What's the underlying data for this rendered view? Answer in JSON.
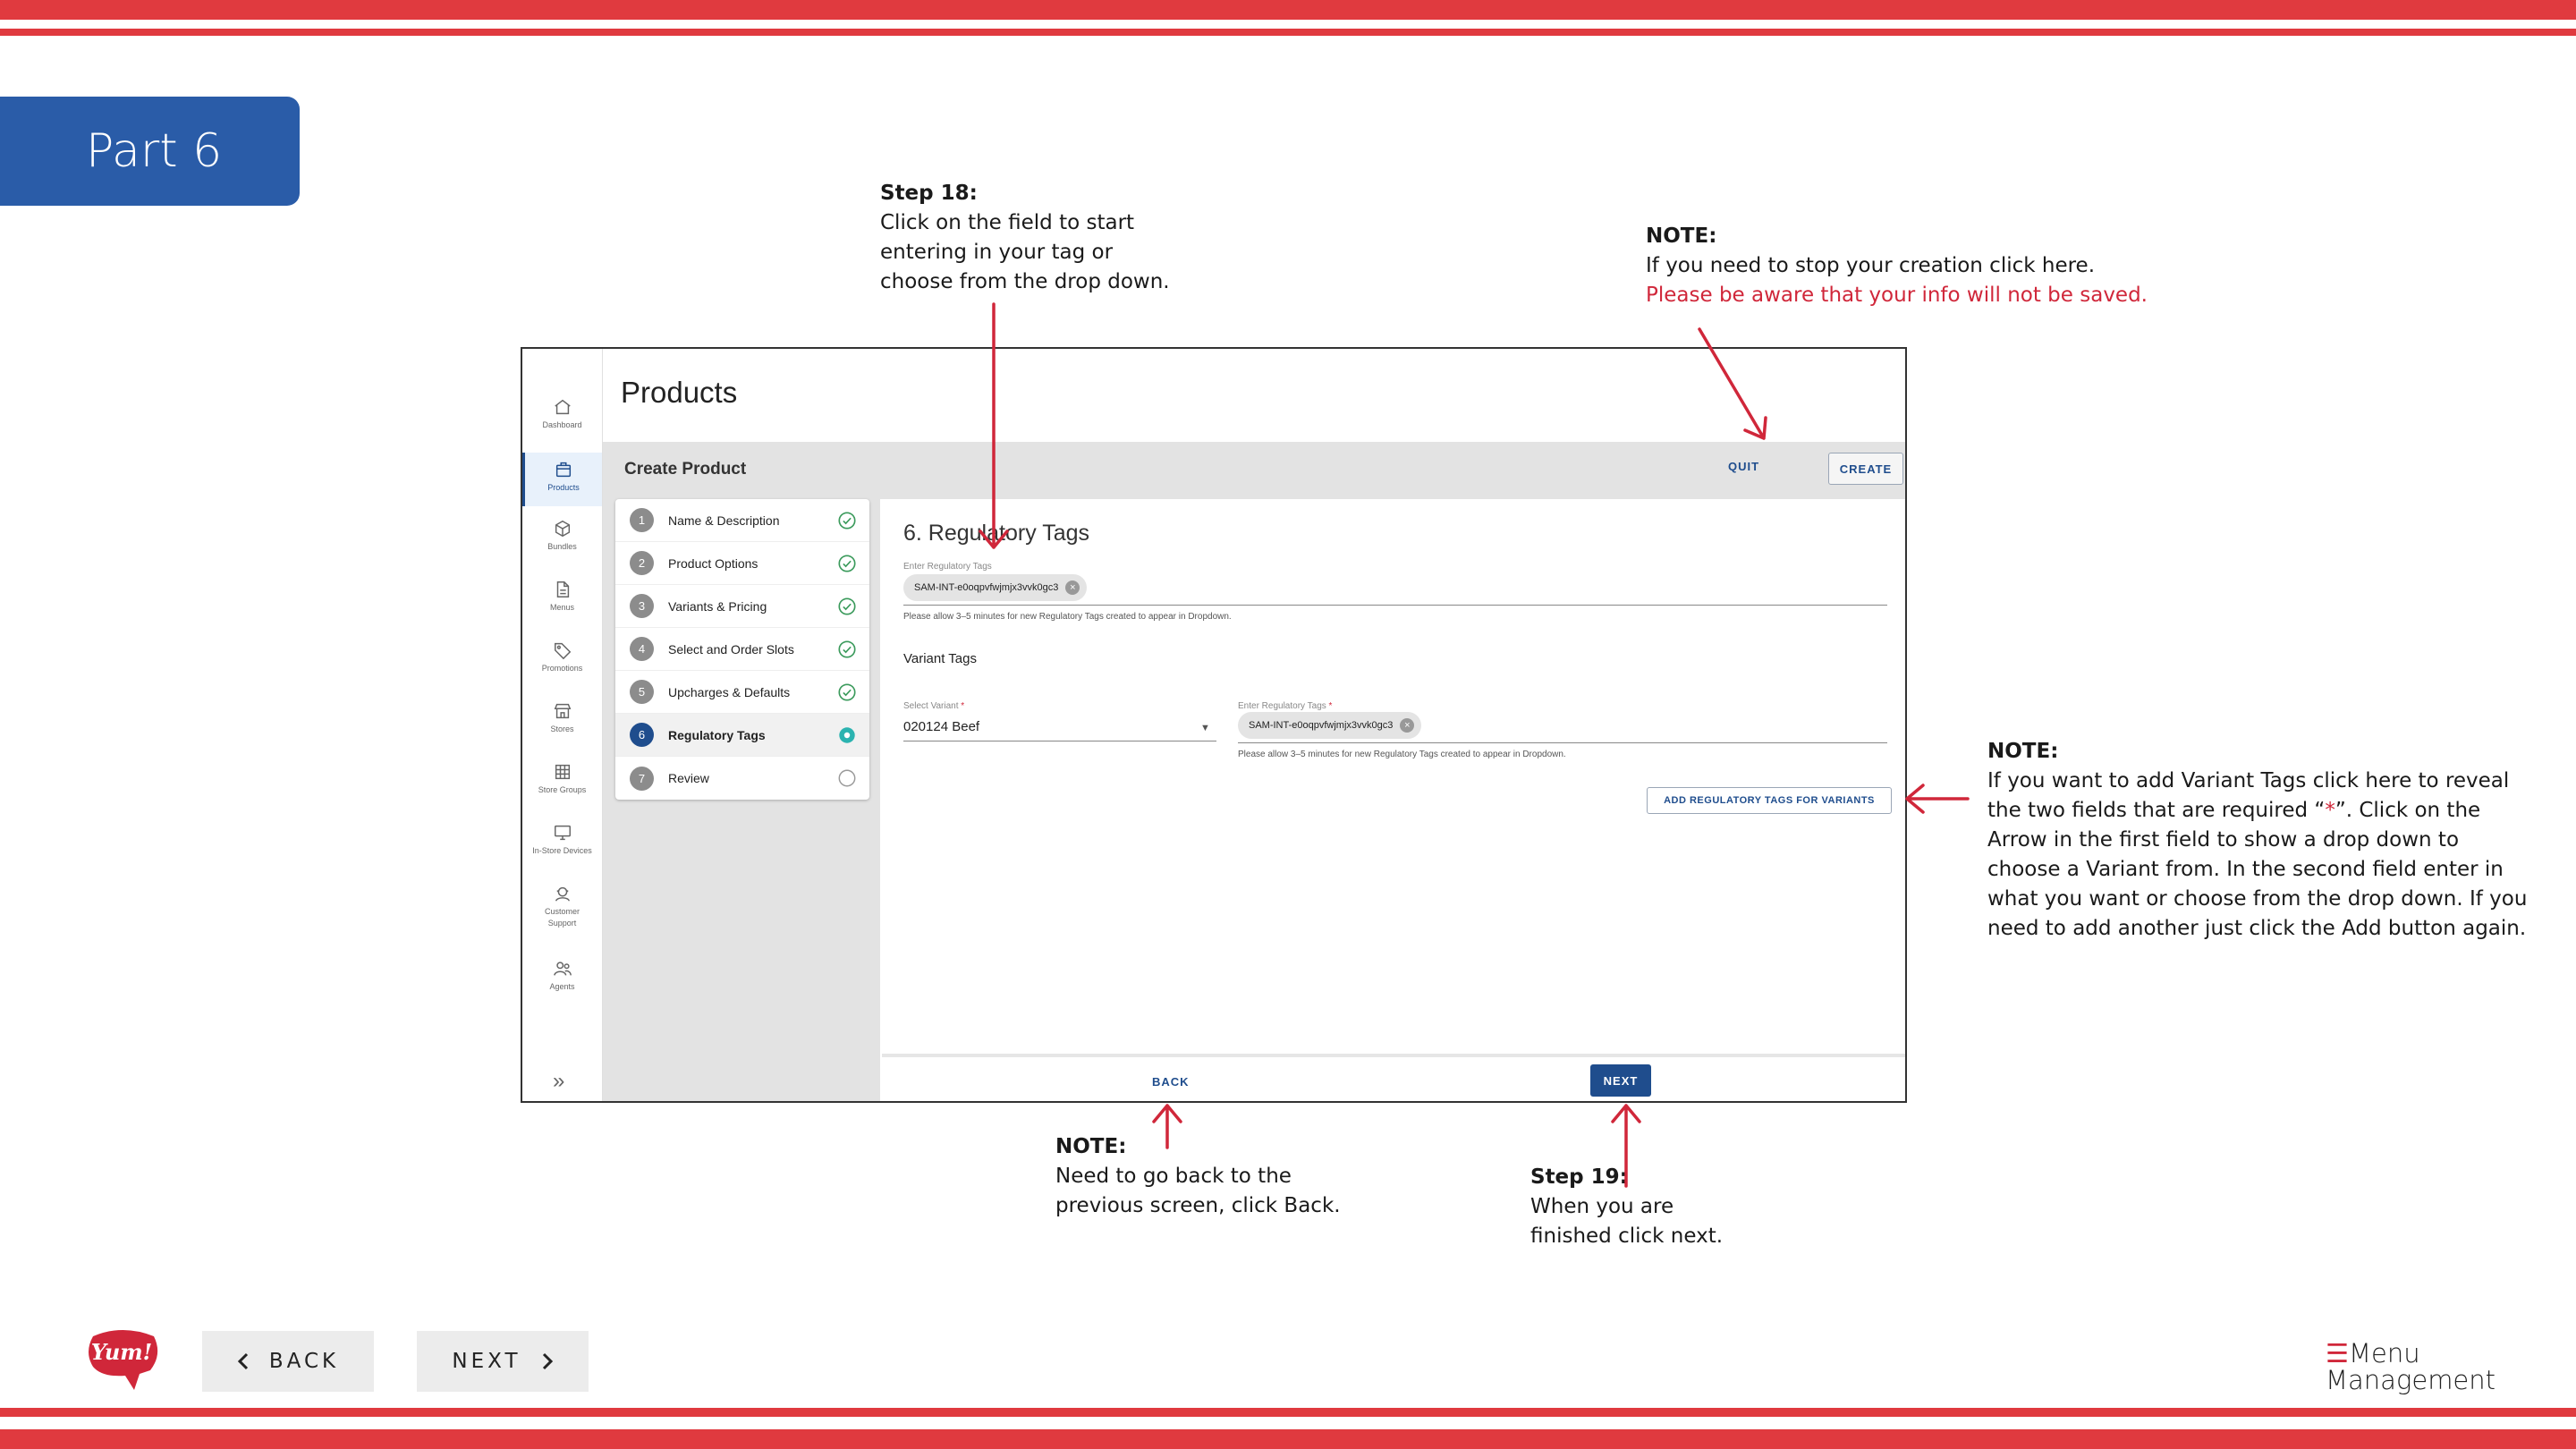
{
  "part_label": "Part 6",
  "annotations": {
    "step18": {
      "title": "Step 18:",
      "lines": [
        "Click on the field to start",
        "entering in your tag or",
        "choose from the drop down."
      ]
    },
    "quit_note": {
      "title": "NOTE:",
      "line": "If you need to stop your creation click here.",
      "warning": "Please be aware that your info will not be saved."
    },
    "variant_note": {
      "title": "NOTE:",
      "line1": "If you want to add Variant Tags click here to reveal",
      "line2_pre": "the two fields that are required “",
      "line2_ast": "*",
      "line2_post": "”. Click on the",
      "line3": "Arrow in the first field to show a drop down to",
      "line4": "choose a Variant from. In the second field enter in",
      "line5": "what you want or choose from the drop down. If you",
      "line6": "need to add another just click the Add button again."
    },
    "back_note": {
      "title": "NOTE:",
      "lines": [
        "Need to go back to the",
        "previous screen, click Back."
      ]
    },
    "step19": {
      "title": "Step 19:",
      "lines": [
        "When you are",
        "finished click next."
      ]
    }
  },
  "sidebar": {
    "items": [
      {
        "label": "Dashboard",
        "icon": "home-icon"
      },
      {
        "label": "Products",
        "icon": "box-icon"
      },
      {
        "label": "Bundles",
        "icon": "cube-icon"
      },
      {
        "label": "Menus",
        "icon": "document-icon"
      },
      {
        "label": "Promotions",
        "icon": "tag-icon"
      },
      {
        "label": "Stores",
        "icon": "store-icon"
      },
      {
        "label": "Store Groups",
        "icon": "grid-icon"
      },
      {
        "label": "In-Store Devices",
        "icon": "monitor-icon"
      },
      {
        "label": "Customer",
        "label2": "Support",
        "icon": "headset-icon"
      },
      {
        "label": "Agents",
        "icon": "people-icon"
      }
    ],
    "collapse_glyph": "»"
  },
  "page": {
    "title": "Products",
    "create_bar_title": "Create Product",
    "quit_label": "QUIT",
    "create_label": "CREATE"
  },
  "steps": [
    {
      "num": "1",
      "label": "Name & Description",
      "status": "complete"
    },
    {
      "num": "2",
      "label": "Product Options",
      "status": "complete"
    },
    {
      "num": "3",
      "label": "Variants & Pricing",
      "status": "complete"
    },
    {
      "num": "4",
      "label": "Select and Order Slots",
      "status": "complete"
    },
    {
      "num": "5",
      "label": "Upcharges & Defaults",
      "status": "complete"
    },
    {
      "num": "6",
      "label": "Regulatory Tags",
      "status": "current"
    },
    {
      "num": "7",
      "label": "Review",
      "status": "pending"
    }
  ],
  "form": {
    "section_title": "6. Regulatory Tags",
    "reg_label": "Enter Regulatory Tags",
    "reg_chip": "SAM-INT-e0oqpvfwjmjx3vvk0gc3",
    "reg_help": "Please allow 3–5 minutes for new Regulatory Tags created to appear in Dropdown.",
    "variant_tags_title": "Variant Tags",
    "select_variant_label": "Select Variant",
    "required_mark": "*",
    "select_variant_value": "020124 Beef",
    "var_reg_label": "Enter Regulatory Tags",
    "var_reg_chip": "SAM-INT-e0oqpvfwjmjx3vvk0gc3",
    "var_reg_help": "Please allow 3–5 minutes for new Regulatory Tags created to appear in Dropdown.",
    "add_button": "ADD REGULATORY TAGS FOR VARIANTS",
    "back_label": "BACK",
    "next_label": "NEXT"
  },
  "bottom_nav": {
    "back": "BACK",
    "next": "NEXT"
  },
  "branding": {
    "logo_text": "Yum!",
    "product_line1": "Menu",
    "product_line2": "Management"
  },
  "colors": {
    "accent_red": "#e03a3f",
    "badge_blue": "#2a5ca8",
    "app_blue": "#1f4d8d",
    "complete_green": "#3a9a5b",
    "current_teal": "#2bb3b0"
  }
}
